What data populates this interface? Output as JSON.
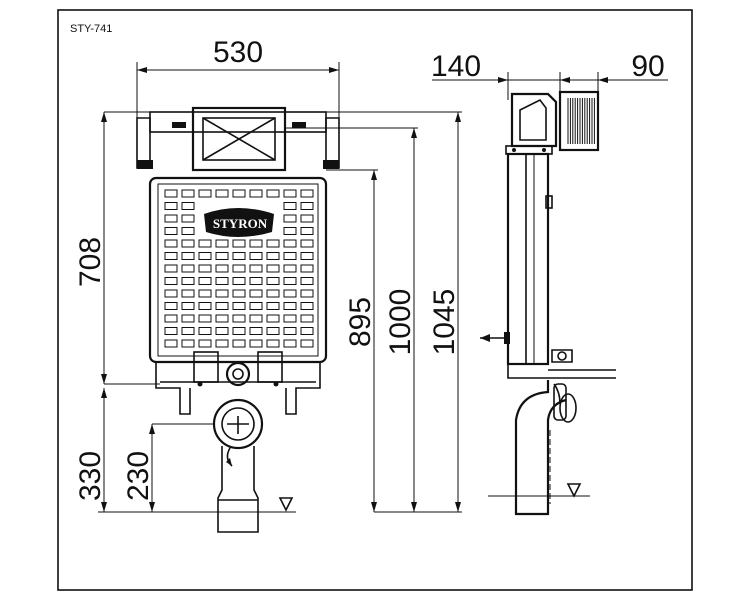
{
  "title": "STY-741",
  "brand": "STYRON",
  "dimensions": {
    "width": "530",
    "height_708": "708",
    "height_330": "330",
    "height_230": "230",
    "height_895": "895",
    "height_1000": "1000",
    "height_1045": "1045",
    "depth_140": "140",
    "depth_90": "90"
  }
}
